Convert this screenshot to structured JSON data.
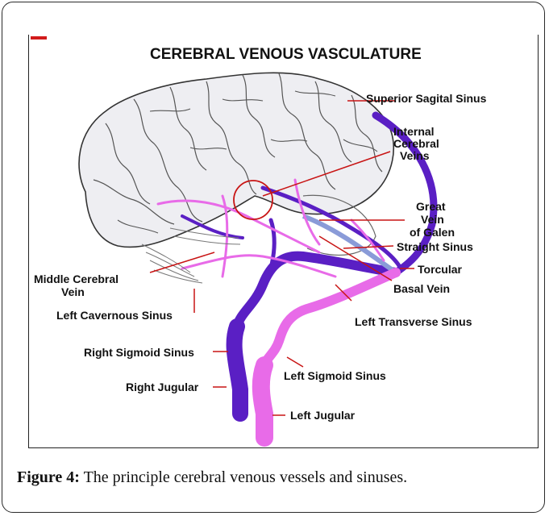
{
  "figure": {
    "title": "CEREBRAL VENOUS VASCULATURE",
    "labels": {
      "superior_sagital_sinus": "Superior Sagital Sinus",
      "internal_cerebral_veins_1": "Internal",
      "internal_cerebral_veins_2": "Cerebral",
      "internal_cerebral_veins_3": "Veins",
      "great_vein_1": "Great",
      "great_vein_2": "Vein",
      "great_vein_3": "of Galen",
      "straight_sinus": "Straight Sinus",
      "torcular": "Torcular",
      "basal_vein": "Basal Vein",
      "middle_cerebral_vein_1": "Middle Cerebral",
      "middle_cerebral_vein_2": "Vein",
      "left_cavernous_sinus": "Left Cavernous Sinus",
      "left_transverse_sinus": "Left Transverse Sinus",
      "right_sigmoid_sinus": "Right Sigmoid Sinus",
      "left_sigmoid_sinus": "Left Sigmoid Sinus",
      "right_jugular": "Right Jugular",
      "left_jugular": "Left Jugular"
    },
    "colors": {
      "right_veins": "#5a1fc4",
      "left_veins": "#e86be8",
      "leader_lines": "#c81414",
      "brain_fill": "#eeeef2"
    }
  },
  "caption": {
    "label": "Figure 4:",
    "text": " The principle cerebral venous vessels and sinuses."
  }
}
